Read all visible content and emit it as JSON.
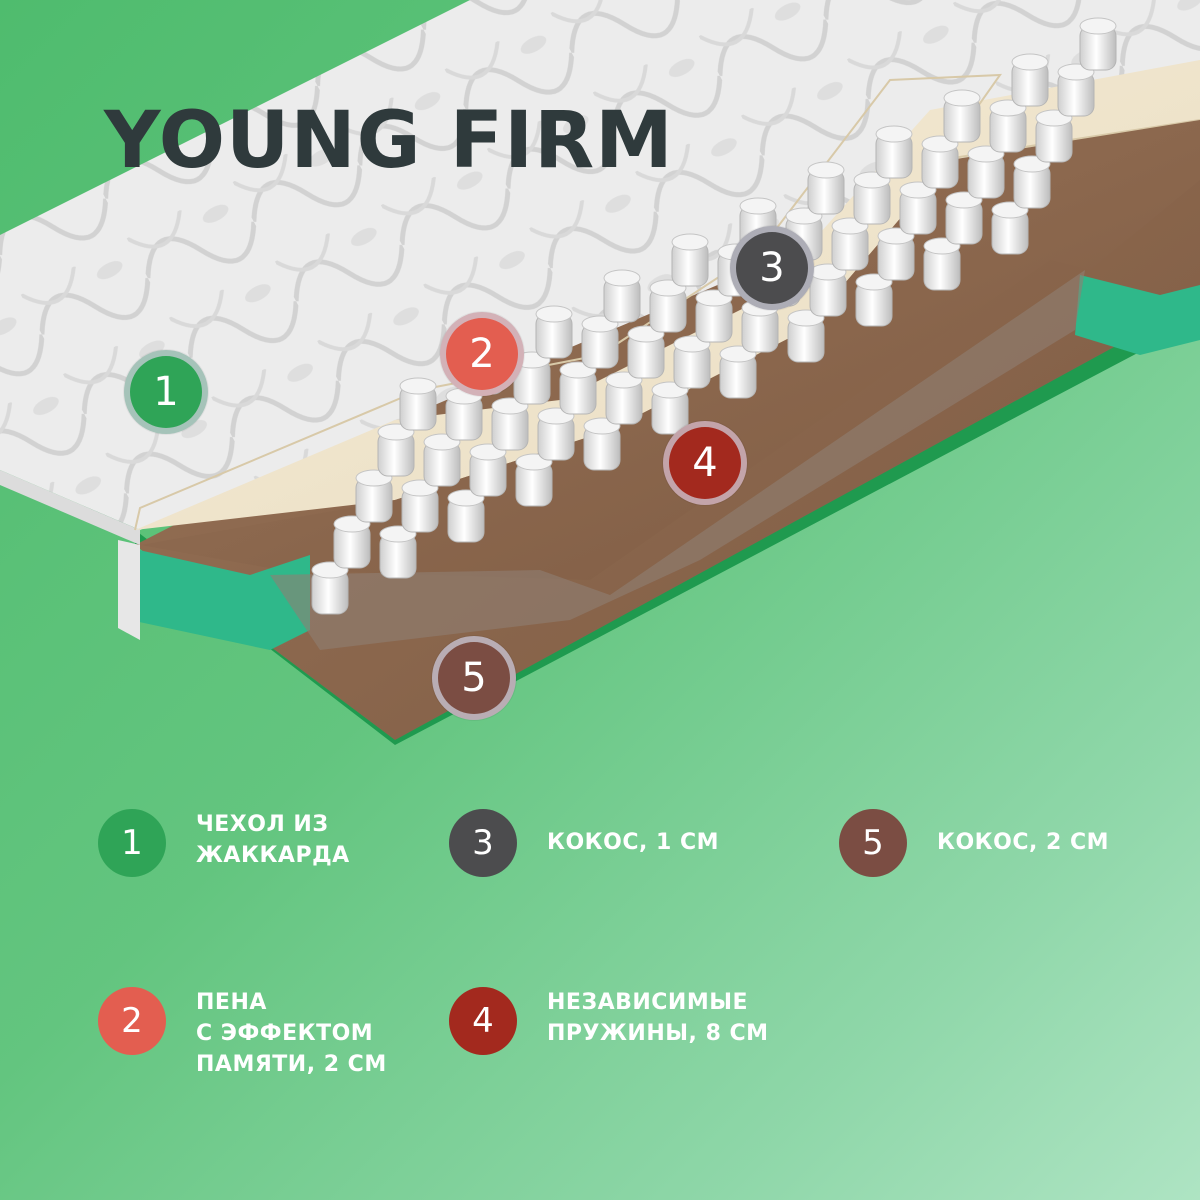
{
  "title": "YOUNG FIRM",
  "colors": {
    "layer1": "#2fa457",
    "layer2": "#e35e50",
    "layer3": "#4c4c4e",
    "layer4": "#a3291e",
    "layer5": "#7b4d43"
  },
  "markers": [
    {
      "number": "1"
    },
    {
      "number": "2"
    },
    {
      "number": "3"
    },
    {
      "number": "4"
    },
    {
      "number": "5"
    }
  ],
  "legend": [
    {
      "number": "1",
      "lines": [
        "ЧЕХОЛ ИЗ",
        "ЖАККАРДА"
      ]
    },
    {
      "number": "2",
      "lines": [
        "ПЕНА",
        "С ЭФФЕКТОМ",
        "ПАМЯТИ, 2 СМ"
      ]
    },
    {
      "number": "3",
      "lines": [
        "КОКОС, 1 СМ"
      ]
    },
    {
      "number": "4",
      "lines": [
        "НЕЗАВИСИМЫЕ",
        "ПРУЖИНЫ, 8 СМ"
      ]
    },
    {
      "number": "5",
      "lines": [
        "КОКОС, 2 СМ"
      ]
    }
  ]
}
